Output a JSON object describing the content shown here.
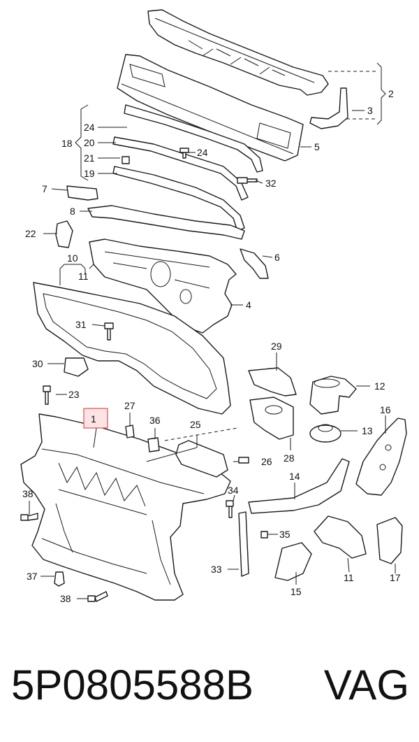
{
  "callouts": {
    "c1": "1",
    "c2": "2",
    "c3": "3",
    "c4": "4",
    "c5": "5",
    "c6": "6",
    "c7": "7",
    "c8": "8",
    "c10": "10",
    "c11a": "11",
    "c11b": "11",
    "c12": "12",
    "c13": "13",
    "c14": "14",
    "c15": "15",
    "c16": "16",
    "c17": "17",
    "c18": "18",
    "c19": "19",
    "c20": "20",
    "c21": "21",
    "c22": "22",
    "c23": "23",
    "c24a": "24",
    "c24b": "24",
    "c25": "25",
    "c26": "26",
    "c27": "27",
    "c28": "28",
    "c29": "29",
    "c30": "30",
    "c31": "31",
    "c32": "32",
    "c33": "33",
    "c34": "34",
    "c35": "35",
    "c36": "36",
    "c37": "37",
    "c38a": "38",
    "c38b": "38"
  },
  "highlight": {
    "part": "1"
  },
  "footer": {
    "part_number": "5P0805588B",
    "brand": "VAG"
  }
}
